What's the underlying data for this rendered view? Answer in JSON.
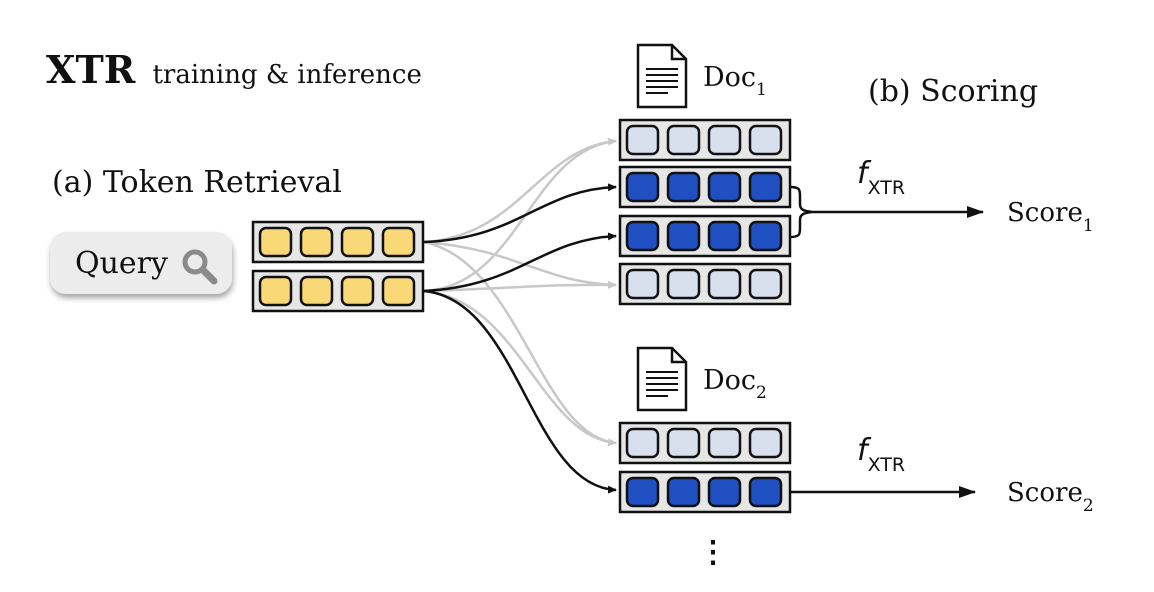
{
  "title": {
    "main": "XTR",
    "sub": "training & inference"
  },
  "section_a": "(a) Token Retrieval",
  "section_b": "(b) Scoring",
  "query": {
    "label": "Query",
    "icon": "search-icon"
  },
  "doc1": {
    "name": "Doc",
    "index": "1",
    "icon": "document-icon"
  },
  "doc2": {
    "name": "Doc",
    "index": "2",
    "icon": "document-icon"
  },
  "scoring_fn": {
    "name": "f",
    "sub": "XTR"
  },
  "score1": {
    "name": "Score",
    "index": "1"
  },
  "score2": {
    "name": "Score",
    "index": "2"
  },
  "ellipsis": "⋮",
  "colors": {
    "query_token": "#f9d878",
    "retrieved_token": "#1f4fc0",
    "other_token": "#d8dfed",
    "link_gray": "#c8c8c8",
    "link_black": "#111111"
  }
}
